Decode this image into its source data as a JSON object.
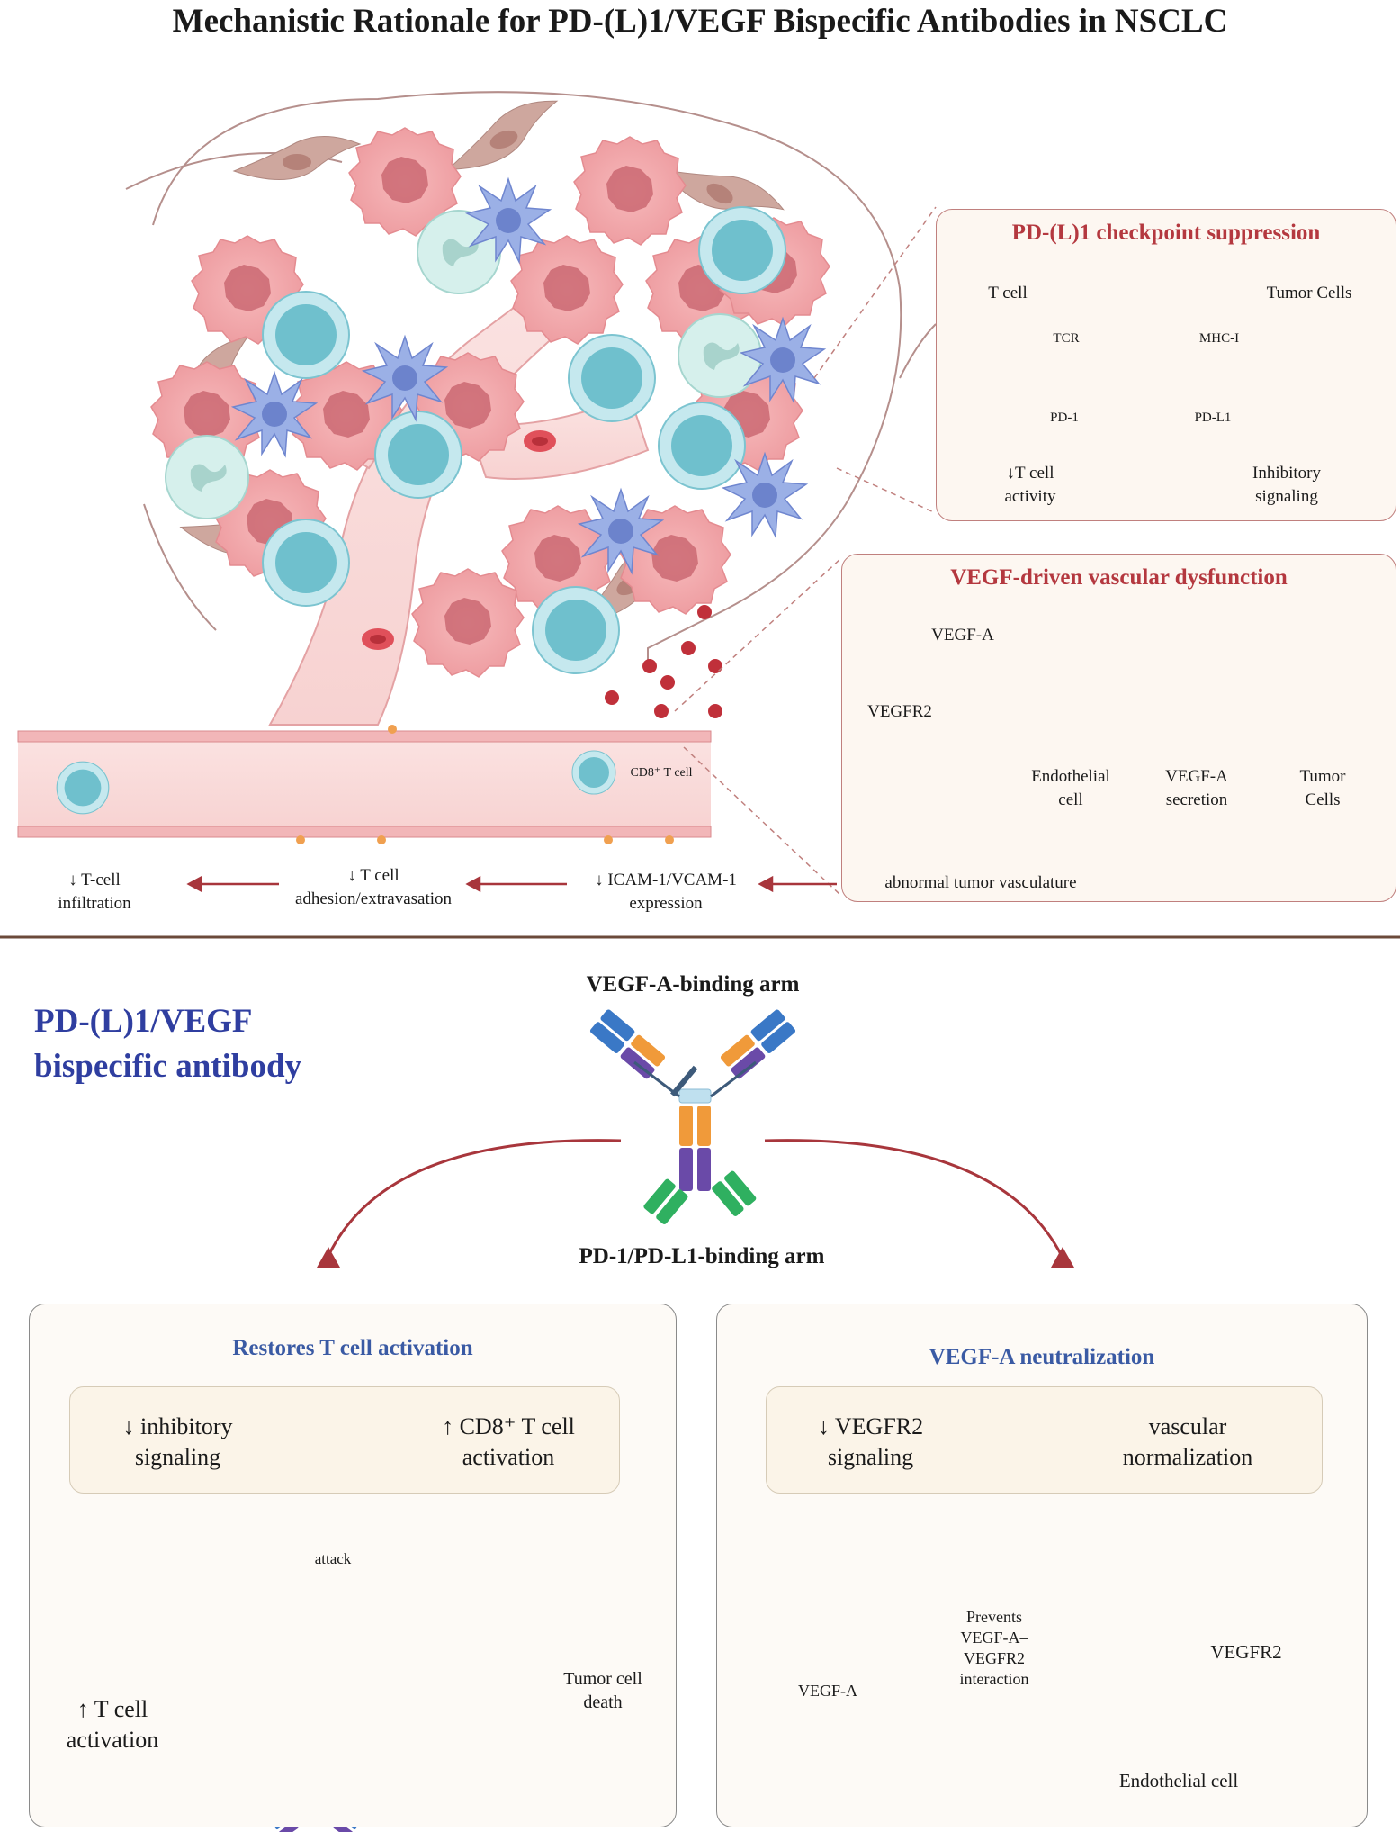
{
  "title": "Mechanistic Rationale for PD-(L)1/VEGF Bispecific Antibodies in NSCLC",
  "top": {
    "panel_checkpoint": {
      "title": "PD-(L)1 checkpoint suppression",
      "t_cell": "T cell",
      "tumor_cells": "Tumor Cells",
      "tcr": "TCR",
      "mhc": "MHC-I",
      "pd1": "PD-1",
      "pdl1": "PD-L1",
      "t_activity_1": "↓T cell",
      "t_activity_2": "activity",
      "inhib_1": "Inhibitory",
      "inhib_2": "signaling"
    },
    "panel_vegf": {
      "title": "VEGF-driven vascular dysfunction",
      "vegfa": "VEGF-A",
      "vegfr2": "VEGFR2",
      "endo_1": "Endothelial",
      "endo_2": "cell",
      "secretion_1": "VEGF-A",
      "secretion_2": "secretion",
      "tumor_1": "Tumor",
      "tumor_2": "Cells",
      "abnormal": "abnormal tumor vasculature"
    },
    "cd8_label": "CD8⁺ T cell",
    "flow": {
      "icam_1": "↓ ICAM-1/VCAM-1",
      "icam_2": "expression",
      "adhesion_1": "↓ T cell",
      "adhesion_2": "adhesion/extravasation",
      "infil_1": "↓ T-cell",
      "infil_2": "infiltration"
    }
  },
  "bottom": {
    "bispecific_1": "PD-(L)1/VEGF",
    "bispecific_2": "bispecific antibody",
    "vegf_arm": "VEGF-A-binding arm",
    "pd_arm": "PD-1/PD-L1-binding arm",
    "left": {
      "title": "Restores T cell activation",
      "from_1": "↓ inhibitory",
      "from_2": "signaling",
      "to_1": "↑ CD8⁺ T cell",
      "to_2": "activation",
      "attack": "attack",
      "activation_1": "↑ T cell",
      "activation_2": "activation",
      "death_1": "Tumor cell",
      "death_2": "death"
    },
    "right": {
      "title": "VEGF-A neutralization",
      "from_1": "↓ VEGFR2",
      "from_2": "signaling",
      "to_1": "vascular",
      "to_2": "normalization",
      "prevents_1": "Prevents",
      "prevents_2": "VEGF-A–VEGFR2",
      "prevents_3": "interaction",
      "vegfa": "VEGF-A",
      "vegfr2": "VEGFR2",
      "endo": "Endothelial cell"
    }
  },
  "colors": {
    "panel_border": "#c0807e",
    "red_title": "#b4383f",
    "blue_title": "#3a5aa4",
    "arrow": "#a8363c",
    "tumor": "#f2a7aa",
    "tcell": "#a9dbe3",
    "vegf_dot": "#c0303a"
  }
}
